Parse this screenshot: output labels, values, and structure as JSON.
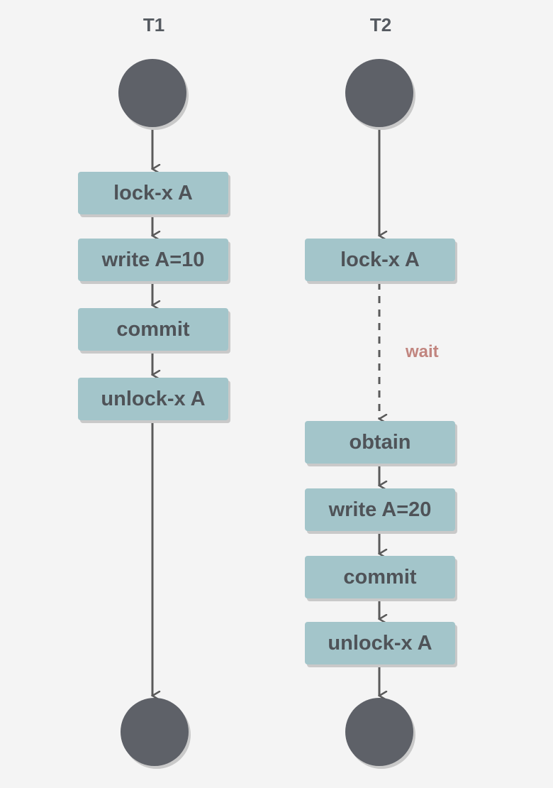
{
  "lanes": [
    {
      "title": "T1",
      "steps": [
        "lock-x A",
        "write A=10",
        "commit",
        "unlock-x A"
      ]
    },
    {
      "title": "T2",
      "steps": [
        "lock-x A",
        "obtain",
        "write A=20",
        "commit",
        "unlock-x A"
      ]
    }
  ],
  "wait_label": "wait",
  "colors": {
    "background": "#f4f4f4",
    "node_fill": "#a3c5ca",
    "node_text": "#4f5358",
    "terminal_fill": "#5e6168",
    "arrow": "#5a5a5a",
    "wait_text": "#c1857f"
  }
}
